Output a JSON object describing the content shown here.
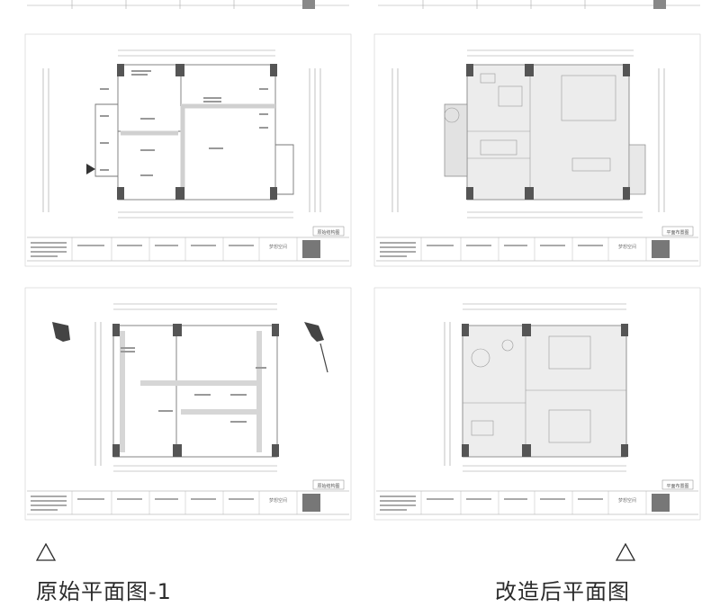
{
  "captions": {
    "left": "原始平面图-1",
    "right": "改造后平面图"
  },
  "sheets": [
    {
      "id": "top-left",
      "label": "原始结构图"
    },
    {
      "id": "top-right",
      "label": "平面布置图"
    },
    {
      "id": "bottom-left",
      "label": "原始结构图"
    },
    {
      "id": "bottom-right",
      "label": "平面布置图"
    }
  ],
  "title_block": {
    "logo_text": "梦想空间"
  },
  "colors": {
    "wall": "#555555",
    "line": "#9a9a9a",
    "hatch": "#d0d0d0",
    "caption": "#2b2b2b"
  }
}
